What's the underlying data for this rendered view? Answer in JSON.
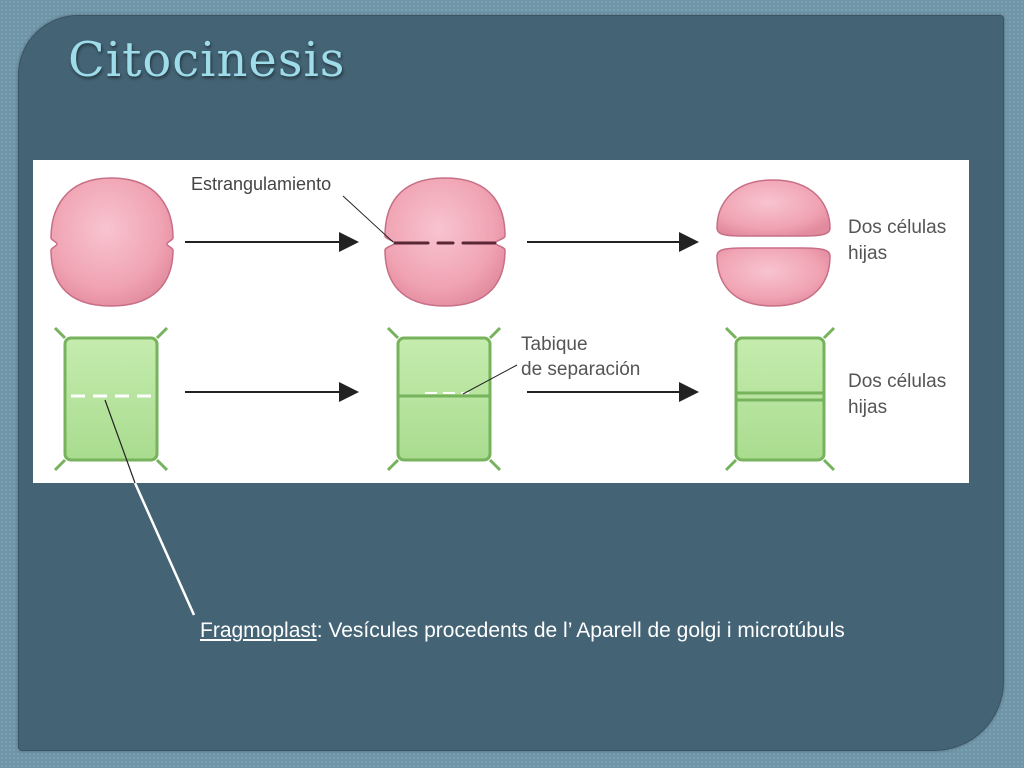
{
  "slide": {
    "title": "Citocinesis"
  },
  "figure": {
    "labels": {
      "estrangulamiento": "Estrangulamiento",
      "dos_celulas_line1": "Dos células",
      "dos_celulas_line2": "hijas",
      "tabique_line1": "Tabique",
      "tabique_line2": "de separación"
    },
    "colors": {
      "animal_cell": "#f2a7b6",
      "animal_cell_edge": "#c86f86",
      "plant_cell": "#b8e3a0",
      "plant_cell_edge": "#76b35c"
    }
  },
  "caption": {
    "term": "Fragmoplast",
    "text": ": Vesícules procedents de l’ Aparell de golgi i microtúbuls"
  }
}
